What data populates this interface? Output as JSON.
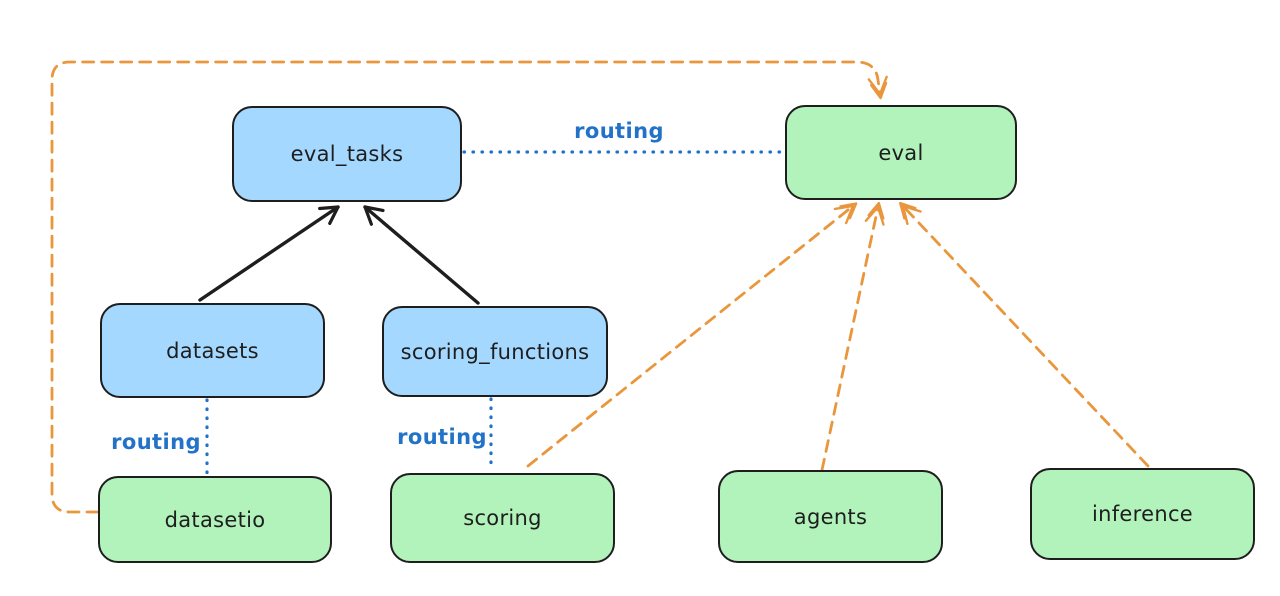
{
  "diagram": {
    "nodes": {
      "eval_tasks": {
        "label": "eval_tasks",
        "fill": "blue"
      },
      "eval": {
        "label": "eval",
        "fill": "green"
      },
      "datasets": {
        "label": "datasets",
        "fill": "blue"
      },
      "scoring_functions": {
        "label": "scoring_functions",
        "fill": "blue"
      },
      "datasetio": {
        "label": "datasetio",
        "fill": "green"
      },
      "scoring": {
        "label": "scoring",
        "fill": "green"
      },
      "agents": {
        "label": "agents",
        "fill": "green"
      },
      "inference": {
        "label": "inference",
        "fill": "green"
      }
    },
    "edges": {
      "routing_label": "routing",
      "list": [
        {
          "from": "datasets",
          "to": "eval_tasks",
          "style": "solid-black-arrow"
        },
        {
          "from": "scoring_functions",
          "to": "eval_tasks",
          "style": "solid-black-arrow"
        },
        {
          "from": "eval_tasks",
          "to": "eval",
          "style": "dotted-blue",
          "label": "routing"
        },
        {
          "from": "datasets",
          "to": "datasetio",
          "style": "dotted-blue",
          "label": "routing"
        },
        {
          "from": "scoring_functions",
          "to": "scoring",
          "style": "dotted-blue",
          "label": "routing"
        },
        {
          "from": "datasetio",
          "to": "eval",
          "style": "dashed-orange-arrow",
          "route": "around-left-and-top"
        },
        {
          "from": "scoring",
          "to": "eval",
          "style": "dashed-orange-arrow"
        },
        {
          "from": "agents",
          "to": "eval",
          "style": "dashed-orange-arrow"
        },
        {
          "from": "inference",
          "to": "eval",
          "style": "dashed-orange-arrow"
        }
      ]
    }
  },
  "theme": {
    "colors": {
      "bg": "#ffffff",
      "stroke": "#1e1e1e",
      "box-blue": "#a5d8ff",
      "box-green": "#b2f2bb",
      "routing-blue": "#2272c8",
      "provider-orange": "#e9963c"
    }
  }
}
